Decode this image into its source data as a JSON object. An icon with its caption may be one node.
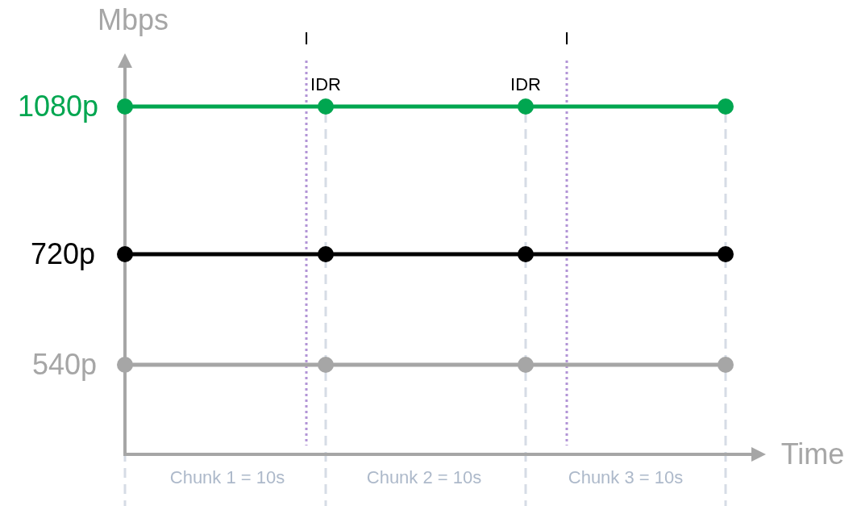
{
  "diagram": {
    "labels": [
      "Mbps",
      "I",
      "I",
      "IDR",
      "IDR",
      "1080p",
      "720p",
      "540p",
      "Time",
      "Chunk 1 = 10s",
      "Chunk 2 = 10s",
      "Chunk 3 = 10s"
    ]
  }
}
